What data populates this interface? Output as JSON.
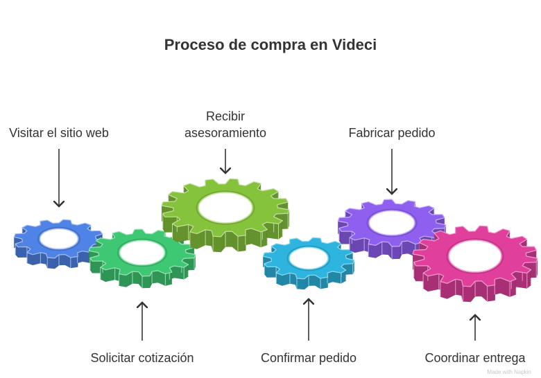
{
  "title": "Proceso de compra en Videci",
  "steps": [
    {
      "label": "Visitar el sitio web",
      "color": "#4f83e6",
      "icon": "gear-icon"
    },
    {
      "label": "Solicitar cotización",
      "color": "#3fc873",
      "icon": "gear-icon"
    },
    {
      "label": "Recibir\nasesoramiento",
      "color": "#86c33d",
      "icon": "gear-icon"
    },
    {
      "label": "Confirmar pedido",
      "color": "#2db5df",
      "icon": "gear-icon"
    },
    {
      "label": "Fabricar pedido",
      "color": "#8f5ff0",
      "icon": "gear-icon"
    },
    {
      "label": "Coordinar entrega",
      "color": "#e0409c",
      "icon": "gear-icon"
    }
  ],
  "watermark": "Made with Napkin"
}
